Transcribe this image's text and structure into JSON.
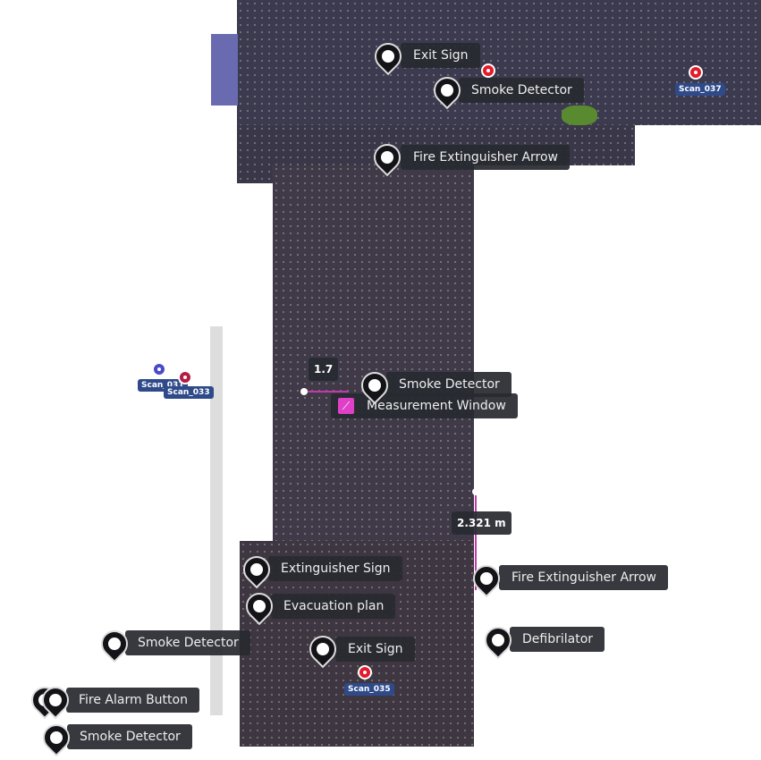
{
  "labels": {
    "exit_sign_top": "Exit Sign",
    "smoke_detector_top": "Smoke Detector",
    "fire_ext_arrow_top": "Fire Extinguisher Arrow",
    "smoke_detector_mid": "Smoke Detector",
    "measurement_window": "Measurement Window",
    "extinguisher_sign": "Extinguisher Sign",
    "fire_ext_arrow_bottom": "Fire Extinguisher Arrow",
    "evacuation_plan": "Evacuation plan",
    "defibrilator": "Defibrilator",
    "smoke_detector_left": "Smoke Detector",
    "exit_sign_bottom": "Exit Sign",
    "fire_alarm_button": "Fire Alarm Button",
    "smoke_detector_bottom": "Smoke Detector"
  },
  "scans": {
    "s037": "Scan_037",
    "s031": "Scan_031",
    "s033": "Scan_033",
    "s035": "Scan_035"
  },
  "measurements": {
    "m1": "1.7",
    "m2": "2.321 m"
  },
  "colors": {
    "scan_marker_red": "#e21a2c",
    "scan_marker_blue": "#4a4ac8",
    "measure_line": "#c23aa8",
    "measure_icon": "#e040c8"
  }
}
